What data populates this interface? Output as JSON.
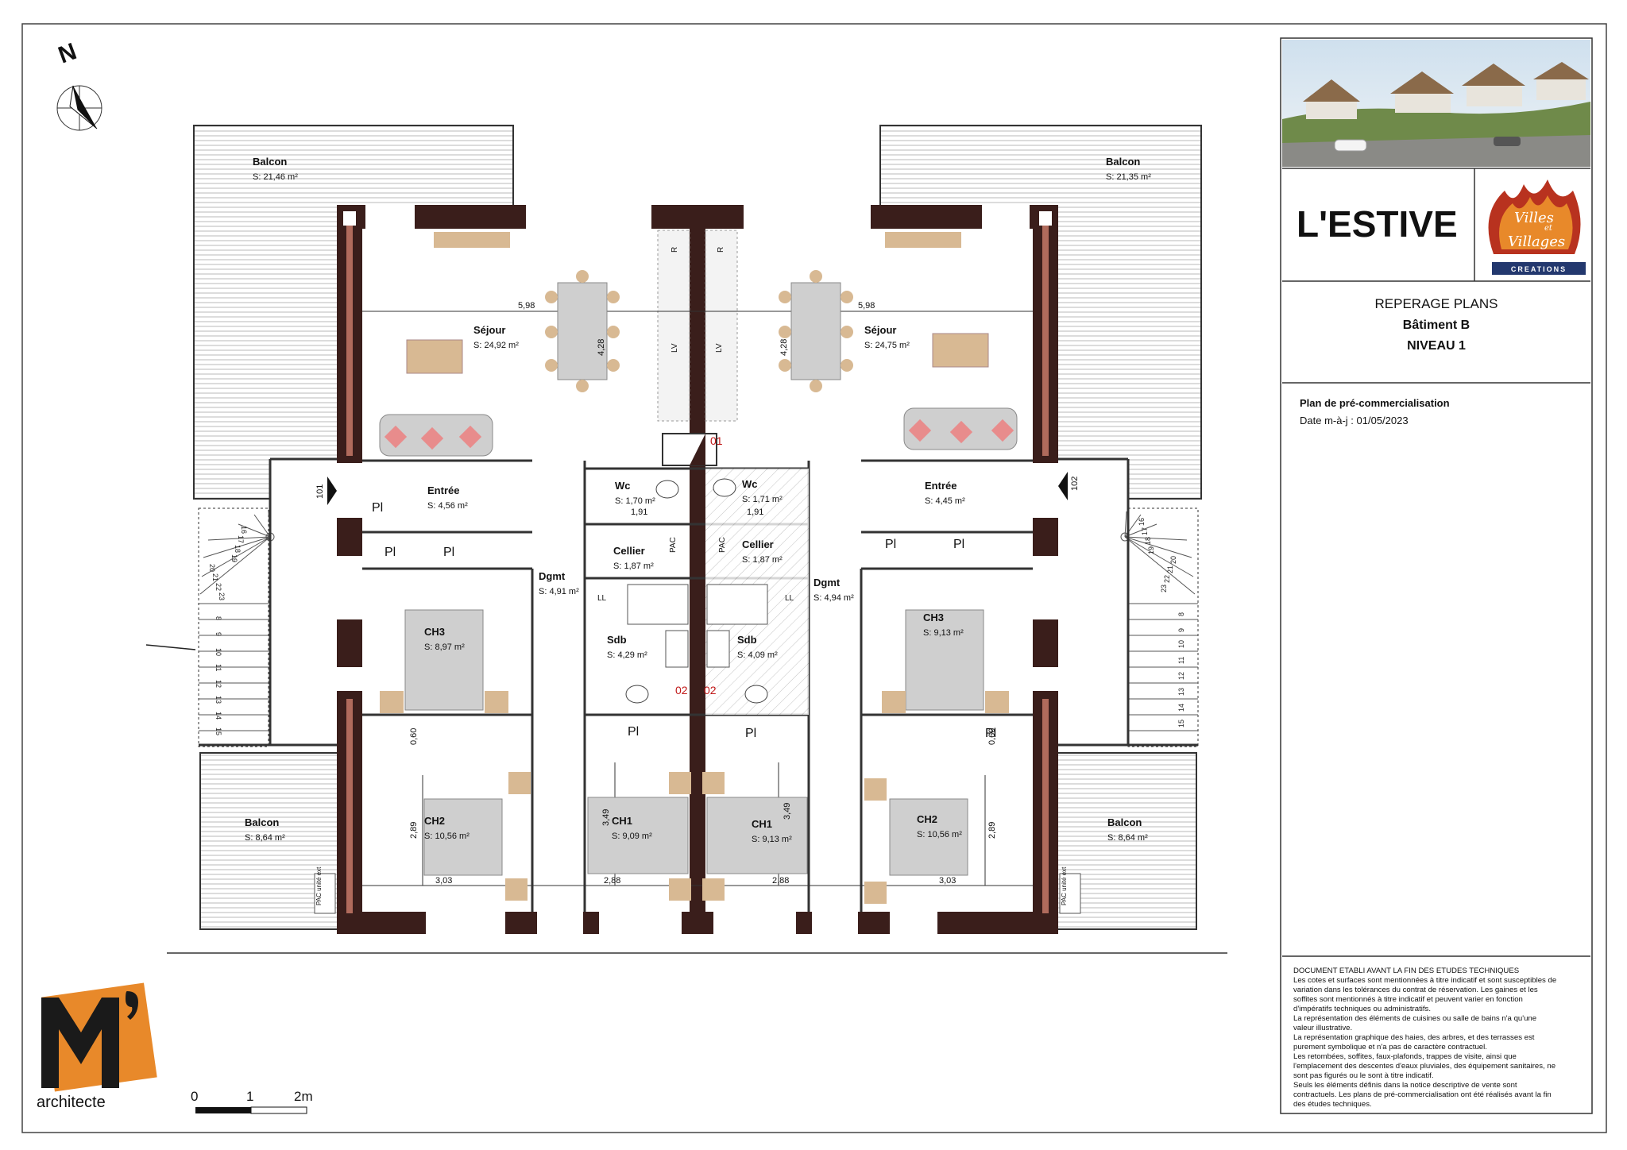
{
  "north": "N",
  "title_block": {
    "project": "L'ESTIVE",
    "logo_text": [
      "Villes",
      "et",
      "Villages"
    ],
    "logo_banner": "CREATIONS",
    "doc_title": "REPERAGE PLANS",
    "building": "Bâtiment B",
    "level": "NIVEAU 1",
    "stage": "Plan de pré-commercialisation",
    "date": "Date m-à-j : 01/05/2023",
    "notes": [
      "DOCUMENT ETABLI AVANT LA FIN DES ETUDES TECHNIQUES",
      "Les cotes et surfaces sont mentionnées à titre indicatif et sont susceptibles de",
      "variation dans les tolérances du contrat de réservation. Les gaines et les",
      "soffites sont mentionnés à titre indicatif et peuvent varier en fonction",
      "d'impératifs techniques ou administratifs.",
      "La représentation des éléments de cuisines ou salle de bains n'a qu'une",
      "valeur illustrative.",
      "La représentation graphique des haies, des arbres, et des terrasses est",
      "purement symbolique et n'a pas de caractère contractuel.",
      "Les retombées, soffites, faux-plafonds, trappes de visite, ainsi que",
      "l'emplacement des descentes d'eaux pluviales, des équipement sanitaires, ne",
      "sont pas figurés ou le sont à titre indicatif.",
      "Seuls les éléments définis dans la notice descriptive de vente sont",
      "contractuels. Les plans de pré-commercialisation ont été réalisés avant la fin",
      "des études techniques."
    ]
  },
  "architect": {
    "name": "architecte"
  },
  "scale": {
    "labels": [
      "0",
      "1",
      "2m"
    ]
  },
  "rooms": {
    "balcon_nw": {
      "name": "Balcon",
      "area": "S: 21,46 m²"
    },
    "balcon_ne": {
      "name": "Balcon",
      "area": "S: 21,35 m²"
    },
    "sejour_w": {
      "name": "Séjour",
      "area": "S: 24,92 m²"
    },
    "sejour_e": {
      "name": "Séjour",
      "area": "S: 24,75 m²"
    },
    "entree_w": {
      "name": "Entrée",
      "area": "S: 4,56 m²"
    },
    "entree_e": {
      "name": "Entrée",
      "area": "S: 4,45 m²"
    },
    "wc_w": {
      "name": "Wc",
      "area": "S: 1,70 m²"
    },
    "wc_e": {
      "name": "Wc",
      "area": "S: 1,71 m²"
    },
    "cellier_w": {
      "name": "Cellier",
      "area": "S: 1,87 m²"
    },
    "cellier_e": {
      "name": "Cellier",
      "area": "S: 1,87 m²"
    },
    "dgmt_w": {
      "name": "Dgmt",
      "area": "S: 4,91 m²"
    },
    "dgmt_e": {
      "name": "Dgmt",
      "area": "S: 4,94 m²"
    },
    "sdb_w": {
      "name": "Sdb",
      "area": "S: 4,29 m²"
    },
    "sdb_e": {
      "name": "Sdb",
      "area": "S: 4,09 m²"
    },
    "ch3_w": {
      "name": "CH3",
      "area": "S: 8,97 m²"
    },
    "ch3_e": {
      "name": "CH3",
      "area": "S: 9,13 m²"
    },
    "ch2_w": {
      "name": "CH2",
      "area": "S: 10,56 m²"
    },
    "ch2_e": {
      "name": "CH2",
      "area": "S: 10,56 m²"
    },
    "ch1_w": {
      "name": "CH1",
      "area": "S: 9,09 m²"
    },
    "ch1_e": {
      "name": "CH1",
      "area": "S: 9,13 m²"
    },
    "balcon_sw": {
      "name": "Balcon",
      "area": "S: 8,64 m²"
    },
    "balcon_se": {
      "name": "Balcon",
      "area": "S: 8,64 m²"
    }
  },
  "dims": {
    "sejour_w": "5,98",
    "sejour_e": "5,98",
    "table_w": "4,28",
    "table_e": "4,28",
    "wc_w": "1,91",
    "wc_e": "1,91",
    "ch3_w_v": "0,60",
    "ch3_e_v": "0,60",
    "ch2_w_v": "2,89",
    "ch2_e_v": "2,89",
    "ch1_w_v": "3,49",
    "ch1_e_v": "3,49",
    "ch2_w_h": "3,03",
    "ch2_e_h": "3,03",
    "ch1_w_h": "2,88",
    "ch1_e_h": "2,88"
  },
  "fixtures": {
    "pl": "Pl",
    "ll": "LL",
    "lv": "LV",
    "r": "R",
    "pac": "PAC",
    "pac_ext": "PAC unité ext"
  },
  "units": {
    "left": "101",
    "right": "102"
  },
  "shafts": {
    "top": "01",
    "bottom_left": "02",
    "bottom_right": "02"
  },
  "stairs": {
    "left": [
      "16",
      "17",
      "18",
      "19",
      "20",
      "21",
      "22",
      "23",
      "8",
      "9",
      "10",
      "11",
      "12",
      "13",
      "14",
      "15"
    ],
    "right": [
      "16",
      "17",
      "18",
      "19",
      "20",
      "21",
      "22",
      "23",
      "8",
      "9",
      "10",
      "11",
      "12",
      "13",
      "14",
      "15"
    ]
  },
  "colors": {
    "wall": "#3a1e1b",
    "furniture": "#d8b993",
    "bed": "#cfcfcf",
    "cushion": "#e88c8c",
    "logo_orange": "#e8892a",
    "logo_red": "#b8321f",
    "logo_blue": "#23386e"
  }
}
